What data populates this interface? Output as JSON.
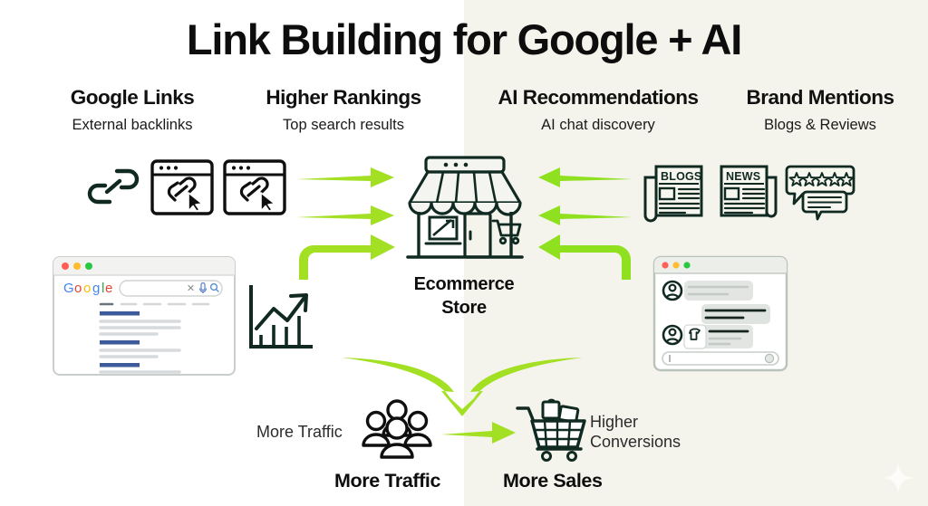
{
  "title": "Link Building for Google + AI",
  "columns": [
    {
      "head": "Google Links",
      "sub": "External backlinks"
    },
    {
      "head": "Higher Rankings",
      "sub": "Top search results"
    },
    {
      "head": "AI Recommendations",
      "sub": "AI chat discovery"
    },
    {
      "head": "Brand Mentions",
      "sub": "Blogs & Reviews"
    }
  ],
  "center": {
    "label_line1": "Ecommerce",
    "label_line2": "Store"
  },
  "bottom": {
    "traffic_caption": "More Traffic",
    "traffic_label": "More Traffic",
    "sales_label": "More Sales",
    "conversions_caption_line1": "Higher",
    "conversions_caption_line2": "Conversions"
  },
  "icons": {
    "newspaper_blogs": "BLOGS",
    "newspaper_news": "NEWS",
    "google_wordmark": [
      "G",
      "o",
      "o",
      "g",
      "l",
      "e"
    ]
  },
  "colors": {
    "background_left": "#ffffff",
    "background_right": "#f5f4ec",
    "arrow_green": "#a3e024",
    "ink": "#102a22",
    "title_black": "#0d0d0d",
    "google_blue": "#4285f4",
    "google_red": "#ea4335",
    "google_yellow": "#fbbc05",
    "google_green": "#34a853",
    "result_link_blue": "#3c5a9a",
    "mac_red": "#ff5f57",
    "mac_yellow": "#febc2e",
    "mac_green": "#28c840"
  }
}
